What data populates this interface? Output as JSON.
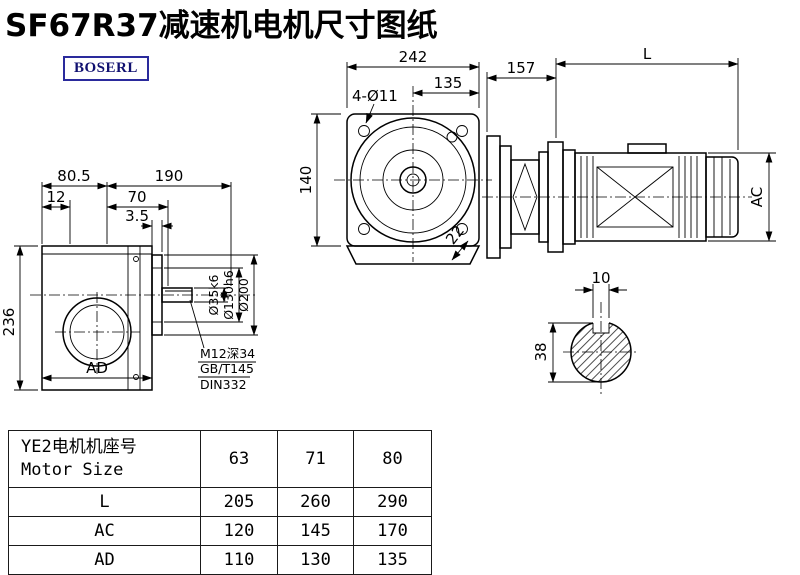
{
  "title": "SF67R37减速机电机尺寸图纸",
  "brand": "BOSERL",
  "brand_color": "#2a2a9c",
  "line_color": "#000000",
  "side_view": {
    "dim_80_5": "80.5",
    "dim_190": "190",
    "dim_12": "12",
    "dim_70": "70",
    "dim_3_5": "3.5",
    "dim_236": "236",
    "dim_ad": "AD",
    "dim_shaft": "Ø35k6",
    "dim_spigot": "Ø130h6",
    "dim_flange": "Ø200",
    "note_thread": "M12深34",
    "note_gb": "GB/T145",
    "note_din": "DIN332"
  },
  "front_view": {
    "dim_242": "242",
    "dim_135": "135",
    "dim_holes": "4-Ø11",
    "dim_140": "140",
    "dim_22": "22"
  },
  "motor_view": {
    "dim_157": "157",
    "dim_L": "L",
    "dim_AC": "AC"
  },
  "shaft_section": {
    "dim_10": "10",
    "dim_38": "38"
  },
  "table": {
    "header_cn": "YE2电机机座号",
    "header_en": "Motor Size",
    "sizes": [
      "63",
      "71",
      "80"
    ],
    "rows": [
      {
        "label": "L",
        "values": [
          "205",
          "260",
          "290"
        ]
      },
      {
        "label": "AC",
        "values": [
          "120",
          "145",
          "170"
        ]
      },
      {
        "label": "AD",
        "values": [
          "110",
          "130",
          "135"
        ]
      }
    ]
  }
}
